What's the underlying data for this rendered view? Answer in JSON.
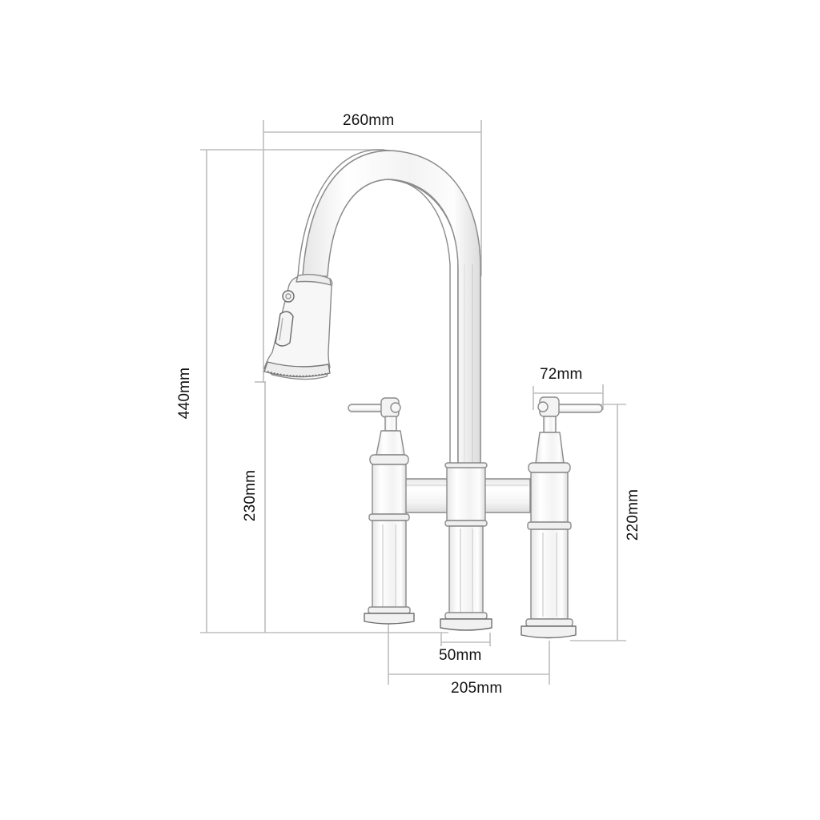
{
  "diagram": {
    "type": "technical-dimension-drawing",
    "subject": "bridge kitchen faucet with pull-down sprayer",
    "colors": {
      "background": "#ffffff",
      "dimension_line": "#bdbdbd",
      "outline": "#8a8a8a",
      "outline_dark": "#5a5a5a",
      "fill": "#f7f7f7",
      "text": "#111111"
    },
    "dimensions": {
      "overall_width": "260mm",
      "overall_height": "440mm",
      "spout_clearance_height": "230mm",
      "handle_height": "220mm",
      "handle_length": "72mm",
      "base_diameter": "50mm",
      "center_spacing": "205mm"
    }
  }
}
